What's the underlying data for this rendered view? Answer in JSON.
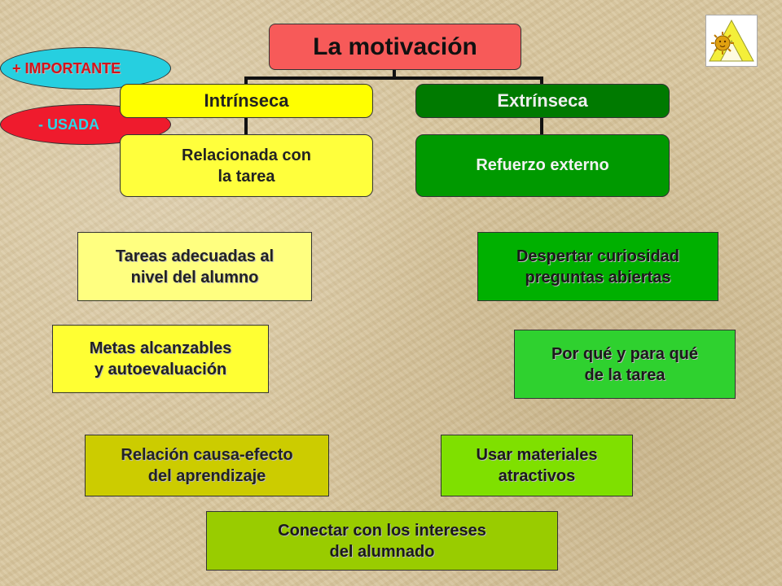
{
  "title": "La motivación",
  "badges": {
    "importante": "+ IMPORTANTE",
    "usada": "- USADA"
  },
  "branches": {
    "intrinseca": {
      "label": "Intrínseca",
      "sub_line1": "Relacionada con",
      "sub_line2": "la tarea"
    },
    "extrinseca": {
      "label": "Extrínseca",
      "sub": "Refuerzo externo"
    }
  },
  "items": [
    {
      "line1": "Tareas adecuadas al",
      "line2": "nivel del alumno"
    },
    {
      "line1": "Metas alcanzables",
      "line2": "y autoevaluación"
    },
    {
      "line1": "Relación causa-efecto",
      "line2": "del aprendizaje"
    },
    {
      "line1": "Despertar curiosidad",
      "line2": "preguntas abiertas"
    },
    {
      "line1": "Por qué y para qué",
      "line2": "de la tarea"
    },
    {
      "line1": "Usar materiales",
      "line2": "atractivos"
    },
    {
      "line1": "Conectar con los intereses",
      "line2": "del alumnado"
    }
  ],
  "colors": {
    "title_bg": "#f75a59",
    "intrinseca_bg": "#ffff00",
    "extrinseca_bg": "#007a00",
    "badge_importante": "#26cfe0",
    "badge_usada": "#ef1b2d"
  },
  "icons": {
    "logo": "sun-triangle-logo-icon"
  }
}
